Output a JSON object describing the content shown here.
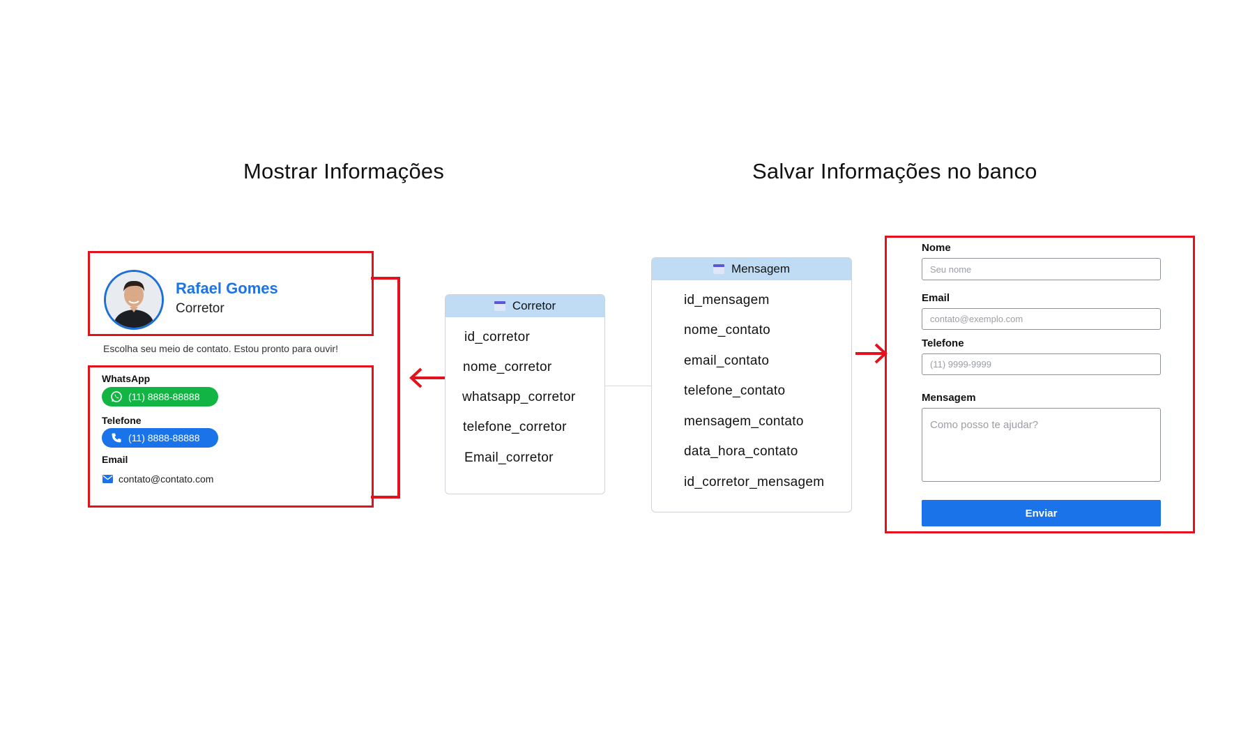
{
  "headings": {
    "left": "Mostrar Informações",
    "right": "Salvar Informações no banco"
  },
  "profile": {
    "name": "Rafael Gomes",
    "role": "Corretor",
    "avatar_icon": "person-photo"
  },
  "contact_intro": "Escolha seu meio de contato. Estou pronto para ouvir!",
  "contacts": {
    "whatsapp_label": "WhatsApp",
    "whatsapp_value": "(11) 8888-88888",
    "phone_label": "Telefone",
    "phone_value": "(11) 8888-88888",
    "email_label": "Email",
    "email_value": "contato@contato.com",
    "whatsapp_color": "#12b544",
    "phone_color": "#1a73e8"
  },
  "tables": {
    "corretor": {
      "title": "Corretor",
      "fields": [
        "id_corretor",
        "nome_corretor",
        "whatsapp_corretor",
        "telefone_corretor",
        "Email_corretor"
      ]
    },
    "mensagem": {
      "title": "Mensagem",
      "fields": [
        "id_mensagem",
        "nome_contato",
        "email_contato",
        "telefone_contato",
        "mensagem_contato",
        "data_hora_contato",
        "id_corretor_mensagem"
      ]
    }
  },
  "form": {
    "name_label": "Nome",
    "name_placeholder": "Seu nome",
    "email_label": "Email",
    "email_placeholder": "contato@exemplo.com",
    "phone_label": "Telefone",
    "phone_placeholder": "(11) 9999-9999",
    "message_label": "Mensagem",
    "message_placeholder": "Como posso te ajudar?",
    "submit_label": "Enviar"
  },
  "colors": {
    "highlight_red": "#e3111c",
    "brand_blue": "#1a73e8",
    "table_header": "#bfdcf4"
  }
}
